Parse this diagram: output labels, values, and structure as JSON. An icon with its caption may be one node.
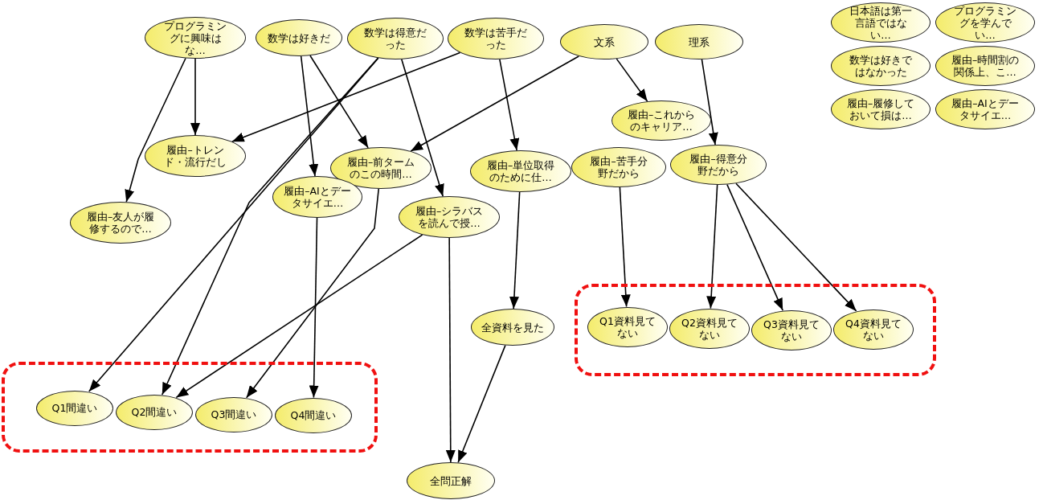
{
  "diagram": {
    "nodes": [
      {
        "text": [
          "プログラミングに興味はな…"
        ]
      },
      {
        "text": [
          "数学は好きだ"
        ]
      },
      {
        "text": [
          "数学は得意だった"
        ]
      },
      {
        "text": [
          "数学は苦手だった"
        ]
      },
      {
        "text": [
          "文系"
        ]
      },
      {
        "text": [
          "理系"
        ]
      },
      {
        "text": [
          "日本語は第一言語ではない…"
        ]
      },
      {
        "text": [
          "プログラミングを学んでい…"
        ]
      },
      {
        "text": [
          "数学は好きではなかった"
        ]
      },
      {
        "text": [
          "履由–時間割の関係上、こ…"
        ]
      },
      {
        "text": [
          "履由–履修しておいて損は…"
        ]
      },
      {
        "text": [
          "履由–AIとデータサイエ…"
        ]
      },
      {
        "text": [
          "履由–トレンド・流行だし"
        ]
      },
      {
        "text": [
          "履由–前タームのこの時間…"
        ]
      },
      {
        "text": [
          "履由–これからのキャリア…"
        ]
      },
      {
        "text": [
          "履由–単位取得のために仕…"
        ]
      },
      {
        "text": [
          "履由–苦手分野だから"
        ]
      },
      {
        "text": [
          "履由–得意分野だから"
        ]
      },
      {
        "text": [
          "履由–AIとデータサイエ…"
        ]
      },
      {
        "text": [
          "履由–シラバスを読んで授…"
        ]
      },
      {
        "text": [
          "履由–友人が履修するので…"
        ]
      },
      {
        "text": [
          "全資料を見た"
        ]
      },
      {
        "text": [],
        "shape": "box"
      },
      {
        "text": [
          "Q1間違い"
        ],
        "in": 22
      },
      {
        "text": [
          "Q2間違い"
        ],
        "in": 22
      },
      {
        "text": [
          "Q3間違い"
        ],
        "in": 22
      },
      {
        "text": [
          "Q4間違い"
        ],
        "in": 22
      },
      {
        "text": [
          "全問正解"
        ]
      },
      {
        "text": [],
        "shape": "box"
      },
      {
        "text": [
          "Q1資料見てない"
        ],
        "in": 28
      },
      {
        "text": [
          "Q2資料見てない"
        ],
        "in": 28
      },
      {
        "text": [
          "Q3資料見てない"
        ],
        "in": 28
      },
      {
        "text": [
          "Q4資料見てない"
        ],
        "in": 28
      }
    ],
    "edges": [
      {
        "from": 0,
        "to": 20,
        "arrow": "to"
      },
      {
        "from": 0,
        "to": 12,
        "arrow": "to"
      },
      {
        "from": 1,
        "to": 18,
        "arrow": "to"
      },
      {
        "from": 1,
        "to": 13,
        "arrow": "to"
      },
      {
        "from": 2,
        "to": 23,
        "arrow": "to"
      },
      {
        "from": 2,
        "to": 24,
        "arrow": "to"
      },
      {
        "from": 2,
        "to": 19,
        "arrow": "to"
      },
      {
        "from": 3,
        "to": 12,
        "arrow": "to"
      },
      {
        "from": 3,
        "to": 15,
        "arrow": "to"
      },
      {
        "from": 4,
        "to": 13,
        "arrow": "to"
      },
      {
        "from": 4,
        "to": 14,
        "arrow": "to"
      },
      {
        "from": 5,
        "to": 17,
        "arrow": "to"
      },
      {
        "from": 13,
        "to": 25,
        "arrow": "to"
      },
      {
        "from": 18,
        "to": 26,
        "arrow": "to"
      },
      {
        "from": 19,
        "to": 24,
        "arrow": "to"
      },
      {
        "from": 19,
        "to": 27,
        "arrow": "to"
      },
      {
        "from": 15,
        "to": 21,
        "arrow": "to"
      },
      {
        "from": 21,
        "to": 27,
        "arrow": "to"
      },
      {
        "from": 16,
        "to": 29,
        "arrow": "to"
      },
      {
        "from": 17,
        "to": 30,
        "arrow": "to"
      },
      {
        "from": 17,
        "to": 31,
        "arrow": "to"
      },
      {
        "from": 17,
        "to": 32,
        "arrow": "to"
      }
    ]
  }
}
